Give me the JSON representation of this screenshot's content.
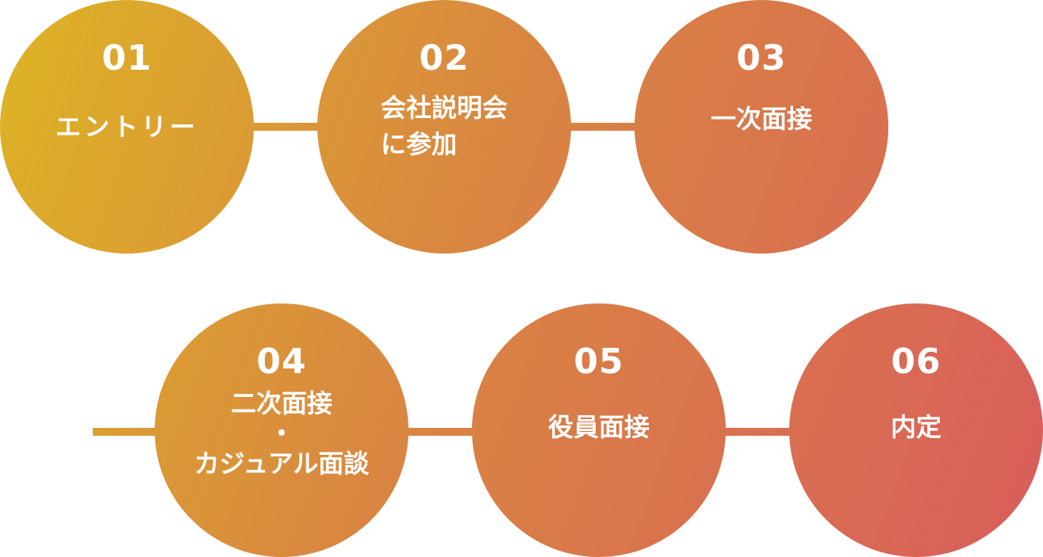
{
  "colors": {
    "gradient_start": "#DDB126",
    "gradient_mid": "#D98542",
    "gradient_end": "#D95F5A"
  },
  "steps": [
    {
      "number": "01",
      "title": "エントリー"
    },
    {
      "number": "02",
      "title": "会社説明会\nに参加"
    },
    {
      "number": "03",
      "title": "一次面接"
    },
    {
      "number": "04",
      "title": "二次面接\n・\nカジュアル面談"
    },
    {
      "number": "05",
      "title": "役員面接"
    },
    {
      "number": "06",
      "title": "内定"
    }
  ]
}
